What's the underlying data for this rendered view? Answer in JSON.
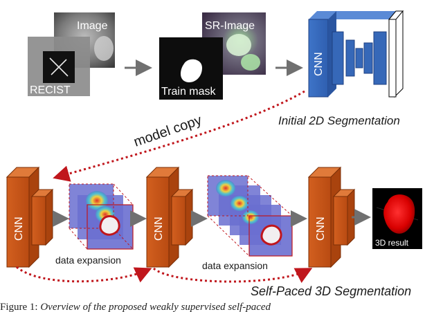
{
  "labels": {
    "image": "Image",
    "recist": "RECIST",
    "sr_image": "SR-Image",
    "train_mask": "Train mask",
    "cnn": "CNN",
    "initial_2d": "Initial 2D Segmentation",
    "model_copy": "model copy",
    "data_expansion": "data expansion",
    "result_3d": "3D result",
    "self_paced_3d": "Self-Paced 3D Segmentation"
  },
  "caption": {
    "prefix": "Figure 1:",
    "text": "Overview of the proposed weakly supervised self-paced"
  },
  "colors": {
    "cnn_blue": "#3a6fc2",
    "cnn_orange": "#c8561a",
    "dotted_arrow": "#c0161c",
    "gray_arrow": "#707070",
    "expansion_fill": "#6a6fd0"
  }
}
